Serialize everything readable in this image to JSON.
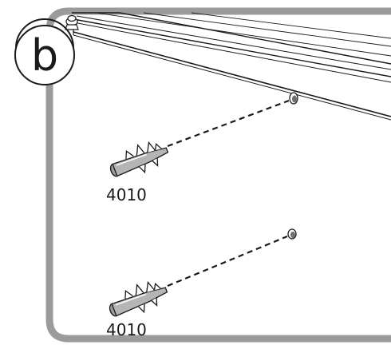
{
  "step": {
    "letter": "b"
  },
  "parts": [
    {
      "callout": "4010"
    },
    {
      "callout": "4010"
    }
  ],
  "colors": {
    "frame": "#9b9b9b",
    "ink": "#1a1a1a",
    "background": "#ffffff"
  }
}
